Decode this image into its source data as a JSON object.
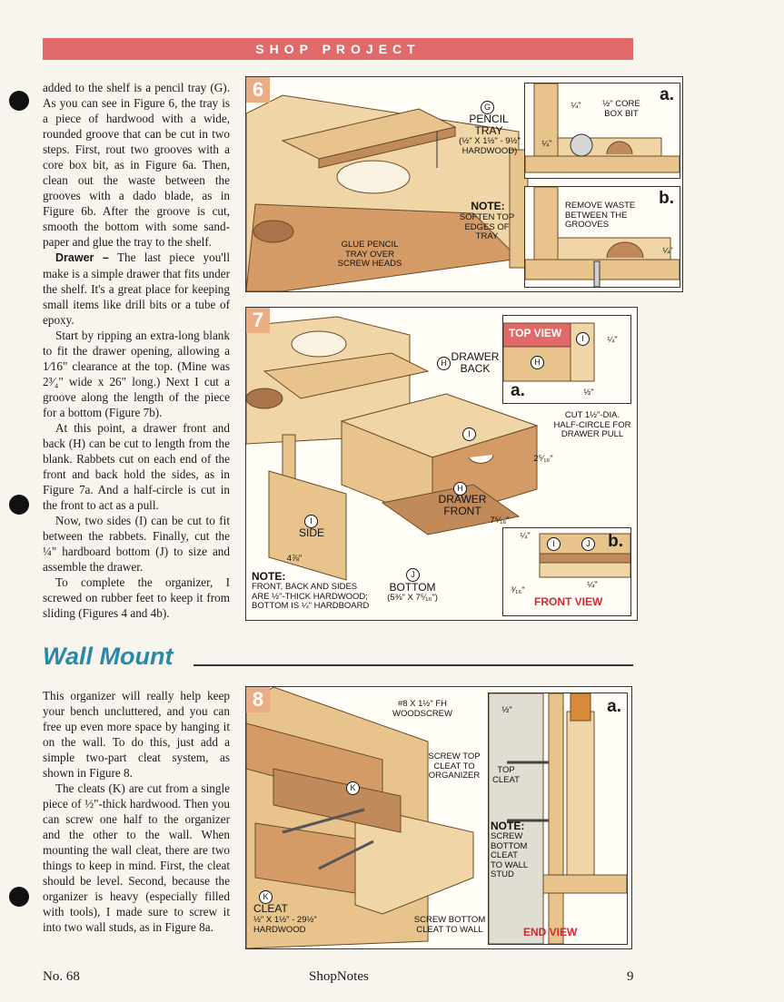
{
  "header": {
    "banner": "SHOP PROJECT"
  },
  "column_top": {
    "paragraphs": [
      "added to the shelf is a pencil tray (G). As you can see in Figure 6, the tray is a piece of hardwood with a wide, rounded groove that can be cut in two steps. First, rout two grooves with a core box bit, as in Figure 6a. Then, clean out the waste between the grooves with a dado blade, as in Figure 6b. After the groove is cut, smooth the bottom with some sand-paper and glue the tray to the shelf.",
      "The last piece you'll make is a simple drawer that fits under the shelf. It's a great place for keeping small items like drill bits or a tube of epoxy.",
      "Start by ripping an extra-long blank to fit the drawer opening, allowing a 1⁄16\" clearance at the top. (Mine was 2³⁄₄\" wide x 26\" long.) Next I cut a groove along the length of the piece for a bottom (Figure 7b).",
      "At this point, a drawer front and back (H) can be cut to length from the blank. Rabbets cut on each end of the front and back hold the sides, as in Figure 7a. And a half-circle is cut in the front to act as a pull.",
      "Now, two sides (I) can be cut to fit between the rabbets. Finally, cut the ¼\" hardboard bottom (J) to size and assemble the drawer.",
      "To complete the organizer, I screwed on rubber feet to keep it from sliding (Figures 4 and 4b)."
    ],
    "drawer_heading": "Drawer –"
  },
  "wall_mount": {
    "heading": "Wall Mount",
    "paragraphs": [
      "This organizer will really help keep your bench uncluttered, and you can free up even more space by hanging it on the wall. To do this, just add a simple two-part cleat system, as shown in Figure 8.",
      "The cleats (K) are cut from a single piece of ½\"-thick hardwood. Then you can screw one half to the organizer and the other to the wall. When mounting the wall cleat, there are two things to keep in mind. First, the cleat should be level. Second, because the organizer is heavy (especially filled with tools), I made sure to screw it into two wall studs, as in Figure 8a."
    ]
  },
  "figure6": {
    "number": "6",
    "circle": "G",
    "part_name": "PENCIL TRAY",
    "part_dims": "(½\" x 1½\" - 9½\" HARDWOOD)",
    "note_title": "NOTE:",
    "note_text": "SOFTEN TOP EDGES OF TRAY",
    "glue_label": "GLUE PENCIL TRAY OVER SCREW HEADS",
    "inset_a": {
      "letter": "a.",
      "dim1": "¼\"",
      "dim2": "¼\"",
      "bit": "½\" CORE BOX BIT"
    },
    "inset_b": {
      "letter": "b.",
      "text": "REMOVE WASTE BETWEEN THE GROOVES",
      "dim": "¼\""
    }
  },
  "figure7": {
    "number": "7",
    "drawer_back_circle": "H",
    "drawer_back": "DRAWER BACK",
    "front_circle": "H",
    "drawer_front": "DRAWER FRONT",
    "side_circle": "I",
    "side_label": "SIDE",
    "i_circle": "I",
    "bottom_circle": "J",
    "bottom_label": "BOTTOM",
    "bottom_dims": "(5⅜\" x 7⁵⁄₁₆\")",
    "cut_label": "CUT 1½\"-DIA. HALF-CIRCLE FOR DRAWER PULL",
    "dim_height": "2⁵⁄₁₆\"",
    "dim_length": "7⁵⁄₁₆\"",
    "dim_side": "4⅞\"",
    "note_title": "NOTE:",
    "note_text": "FRONT, BACK AND SIDES ARE ½\"-THICK HARDWOOD; BOTTOM IS ¼\" HARDBOARD",
    "inset_a": {
      "tag": "TOP VIEW",
      "letter": "a.",
      "c1": "I",
      "c2": "H",
      "d1": "¼\"",
      "d2": "½\""
    },
    "inset_b": {
      "tag": "FRONT VIEW",
      "letter": "b.",
      "c1": "I",
      "c2": "J",
      "d1": "¼\"",
      "d2": "³⁄₁₆\"",
      "d3": "¼\""
    }
  },
  "figure8": {
    "number": "8",
    "screw_label": "#8 x 1½\" Fh WOODSCREW",
    "screw_top": "SCREW TOP CLEAT TO ORGANIZER",
    "screw_bottom": "SCREW BOTTOM CLEAT TO WALL",
    "circle_k": "K",
    "circle_k2": "K",
    "cleat_label": "CLEAT",
    "cleat_dims": "½\" x 1½\" - 29½\" HARDWOOD",
    "inset_a": {
      "letter": "a.",
      "dim": "½\"",
      "top_cleat": "TOP CLEAT",
      "note_title": "NOTE:",
      "note_text": "SCREW BOTTOM CLEAT TO WALL STUD",
      "tag": "END VIEW"
    }
  },
  "footer": {
    "left": "No. 68",
    "center": "ShopNotes",
    "right": "9"
  },
  "colors": {
    "banner": "#e06a6a",
    "wood": "#e8c48c",
    "wood_dark": "#b0774a",
    "heading": "#2a89a8",
    "view_tag": "#d2282f"
  }
}
